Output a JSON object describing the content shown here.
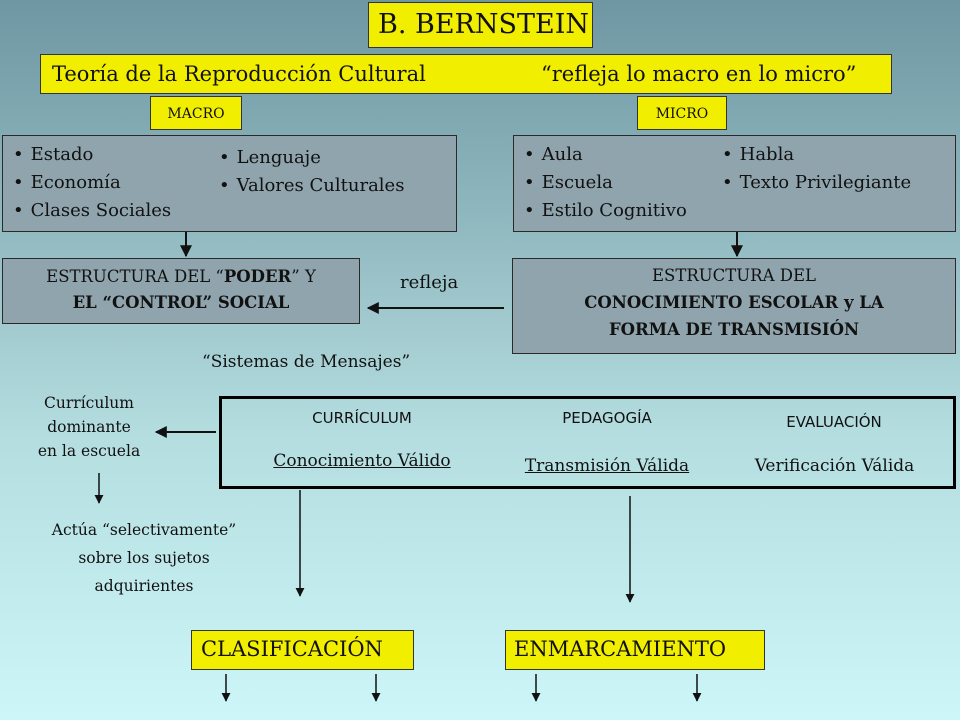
{
  "title": "B. BERNSTEIN",
  "theory": {
    "left": "Teoría de la Reproducción Cultural",
    "right": "“refleja lo macro en lo micro”"
  },
  "macro_label": "MACRO",
  "micro_label": "MICRO",
  "macro_items_col1": [
    "Estado",
    "Economía",
    "Clases Sociales"
  ],
  "macro_items_col2": [
    "Lenguaje",
    "Valores Culturales"
  ],
  "micro_items_col1": [
    "Aula",
    "Escuela",
    "Estilo Cognitivo"
  ],
  "micro_items_col2": [
    "Habla",
    "Texto Privilegiante"
  ],
  "poder_box": {
    "line1_a": "ESTRUCTURA DEL “",
    "line1_b": "PODER",
    "line1_c": "” Y",
    "line2_a": "EL “",
    "line2_b": "CONTROL",
    "line2_c": "” SOCIAL"
  },
  "refleja": "refleja",
  "conocimiento_box": {
    "line1": "ESTRUCTURA  DEL",
    "line2": "CONOCIMIENTO ESCOLAR  y  LA",
    "line3": "FORMA DE TRANSMISIÓN"
  },
  "sistemas": "“Sistemas de Mensajes”",
  "messages": [
    {
      "heading": "CURRÍCULUM",
      "sub": "Conocimiento Válido"
    },
    {
      "heading": "PEDAGOGÍA",
      "sub": "Transmisión Válida"
    },
    {
      "heading": "EVALUACIÓN",
      "sub": "Verificación Válida"
    }
  ],
  "curriculum_dominante": [
    "Currículum",
    "dominante",
    "en la escuela"
  ],
  "actua": [
    "Actúa “selectivamente”",
    "sobre  los sujetos",
    "adquirientes"
  ],
  "clasificacion": "CLASIFICACIÓN",
  "enmarcamiento": "ENMARCAMIENTO"
}
